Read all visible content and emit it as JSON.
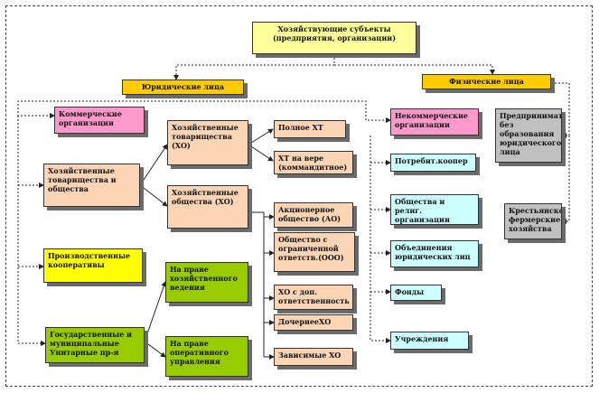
{
  "colors": {
    "yellow": "#ffff99",
    "orange": "#ffcc00",
    "peach": "#fbd5b5",
    "pink": "#ff99cc",
    "cyan": "#ccffff",
    "green": "#99cc00",
    "gray": "#c0c0c0",
    "lemon": "#ffff00"
  },
  "nodes": {
    "root": "Хозяйствующие субъекты\n(предприятия, организации)",
    "legal": "Юридические лица",
    "physical": "Физические лица",
    "commercial": "Коммерческие организации",
    "partnerships_companies": "Хозяйственные товарищества и общества",
    "production_coops": "Производственные кооперативы",
    "unitary": "Государственные и муниципальные Унитарные пр-я",
    "partnerships": "Хозяйственные товарищества (ХО)",
    "companies": "Хозяйственные общества (ХО)",
    "full_partnership": "Полное ХТ",
    "limited_partnership": "ХТ на вере (коммандитное)",
    "joint_stock": "Акционерное общество (АО)",
    "llc": "Общество с ограниченной ответств.(ООО)",
    "additional_liability": "ХО с доп. ответственность",
    "subsidiary": "ДочернееХО",
    "dependent": "Зависимые ХО",
    "economic_management": "На праве хозяйственного ведения",
    "operational_management": "На праве оперативного управления",
    "noncommercial": "Некоммерческие организации",
    "consumer_coop": "Потребит.коопер",
    "public_religious": "Общества и религ. организации",
    "associations": "Объединения юридических лиц",
    "funds": "Фонды",
    "institutions": "Учреждения",
    "entrepreneur": "Предпринимательство без образования юридического лица",
    "farms": "Крестьянско-фермерские хозяйства"
  }
}
